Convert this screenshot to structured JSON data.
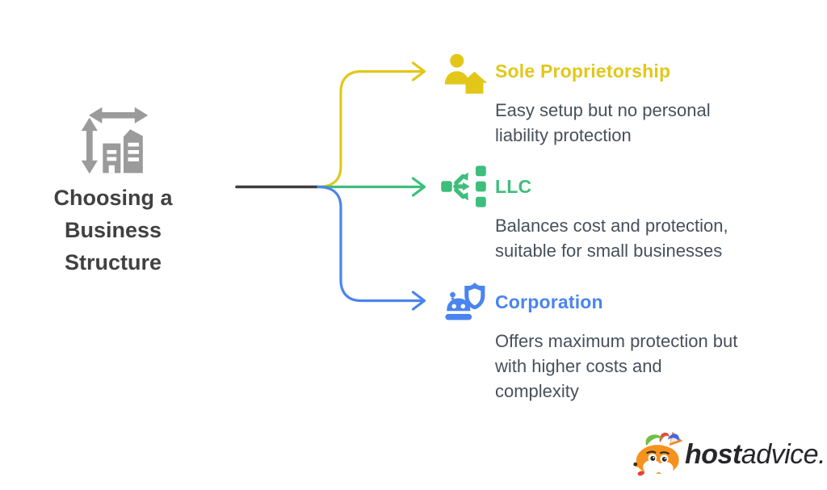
{
  "diagram": {
    "root": {
      "title": "Choosing a\nBusiness\nStructure",
      "icon": "buildings-measure-icon",
      "icon_color": "#9B9B9B",
      "title_color": "#414141"
    },
    "branches": [
      {
        "label": "Sole Proprietorship",
        "description": "Easy setup but no personal\nliability protection",
        "icon": "person-home-icon",
        "color": "#E2C719"
      },
      {
        "label": "LLC",
        "description": "Balances cost and protection,\nsuitable for small businesses",
        "icon": "split-flow-icon",
        "color": "#3EBE7C"
      },
      {
        "label": "Corporation",
        "description": "Offers maximum protection but\nwith higher costs and\ncomplexity",
        "icon": "robot-shield-icon",
        "color": "#4A84EF"
      }
    ],
    "connector_colors": {
      "trunk": "#3F3F3F",
      "branch_1": "#E2C719",
      "branch_2": "#3EBE7C",
      "branch_3": "#4A84EF"
    },
    "body_text_color": "#47505B"
  },
  "branding": {
    "logo_text_bold": "host",
    "logo_text_light": "advice.",
    "mascot": "fox-mascot-icon",
    "text_color": "#26262B"
  }
}
